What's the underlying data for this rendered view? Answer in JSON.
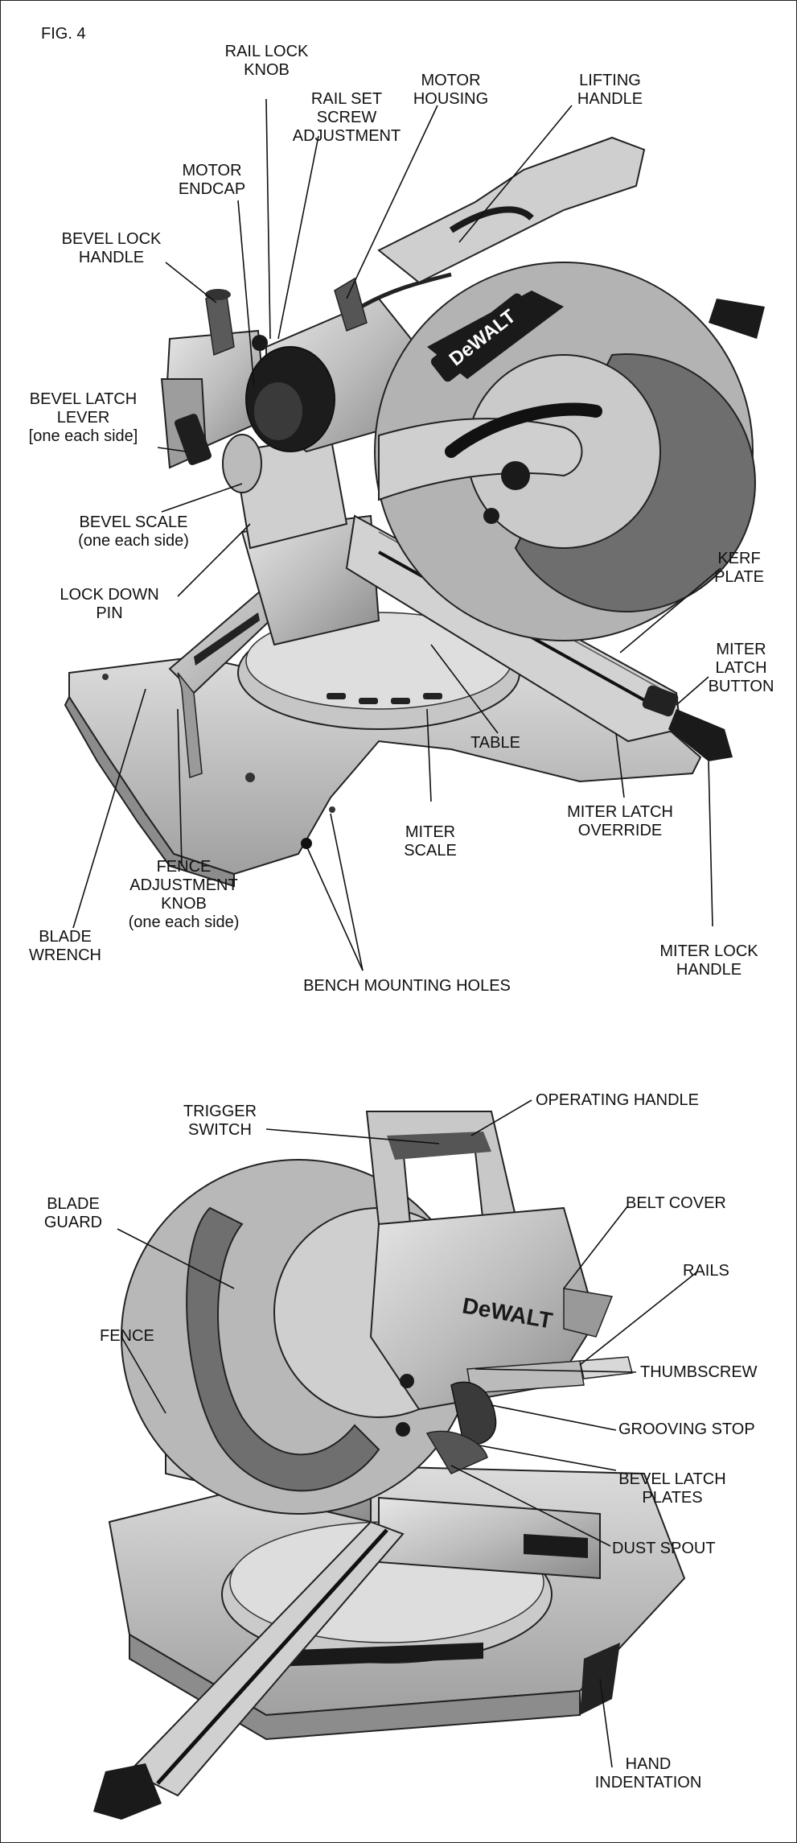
{
  "figure_label": "FIG. 4",
  "top_labels": {
    "rail_lock_knob": [
      "RAIL LOCK",
      "KNOB"
    ],
    "motor_housing": [
      "MOTOR",
      "HOUSING"
    ],
    "lifting_handle": [
      "LIFTING",
      "HANDLE"
    ],
    "rail_set_screw": [
      "RAIL SET",
      "SCREW",
      "ADJUSTMENT"
    ],
    "motor_endcap": [
      "MOTOR",
      "ENDCAP"
    ],
    "bevel_lock_handle": [
      "BEVEL LOCK",
      "HANDLE"
    ],
    "bevel_latch_lever": [
      "BEVEL LATCH",
      "LEVER",
      "[one each side]"
    ],
    "bevel_scale": [
      "BEVEL SCALE",
      "(one each side)"
    ],
    "lock_down_pin": [
      "LOCK DOWN",
      "PIN"
    ],
    "kerf_plate": [
      "KERF",
      "PLATE"
    ],
    "miter_latch_button": [
      "MITER",
      "LATCH",
      "BUTTON"
    ],
    "table": [
      "TABLE"
    ],
    "miter_latch_override": [
      "MITER LATCH",
      "OVERRIDE"
    ],
    "miter_scale": [
      "MITER",
      "SCALE"
    ],
    "fence_adjustment_knob": [
      "FENCE",
      "ADJUSTMENT",
      "KNOB",
      "(one each side)"
    ],
    "blade_wrench": [
      "BLADE",
      "WRENCH"
    ],
    "miter_lock_handle": [
      "MITER LOCK",
      "HANDLE"
    ],
    "bench_mounting_holes": [
      "BENCH MOUNTING HOLES"
    ]
  },
  "bottom_labels": {
    "trigger_switch": [
      "TRIGGER",
      "SWITCH"
    ],
    "operating_handle": [
      "OPERATING HANDLE"
    ],
    "blade_guard": [
      "BLADE",
      "GUARD"
    ],
    "belt_cover": [
      "BELT COVER"
    ],
    "rails": [
      "RAILS"
    ],
    "fence": [
      "FENCE"
    ],
    "thumbscrew": [
      "THUMBSCREW"
    ],
    "grooving_stop": [
      "GROOVING STOP"
    ],
    "bevel_latch_plates": [
      "BEVEL LATCH",
      "PLATES"
    ],
    "dust_spout": [
      "DUST SPOUT"
    ],
    "hand_indentation": [
      "HAND",
      "INDENTATION"
    ]
  },
  "brand_marks": [
    "DeWALT",
    "DeWALT"
  ],
  "colors": {
    "metal_light": "#d4d4d4",
    "metal_mid": "#a9a9a9",
    "metal_dark": "#6e6e6e",
    "black": "#1a1a1a",
    "leader": "#111111"
  }
}
